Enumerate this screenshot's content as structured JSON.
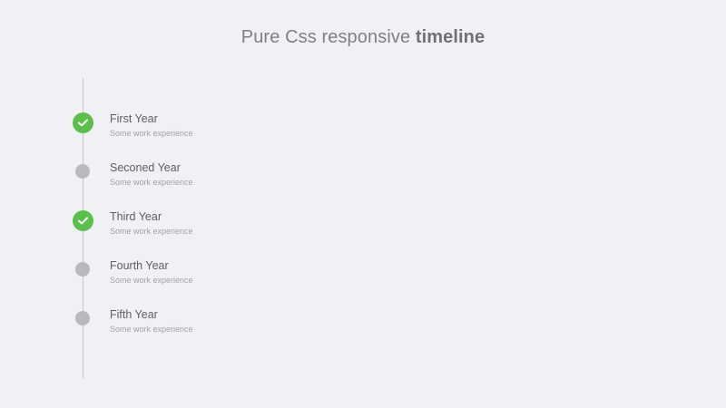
{
  "header": {
    "title_prefix": "Pure Css responsive ",
    "title_emphasis": "timeline"
  },
  "colors": {
    "background": "#f0f1f5",
    "completed": "#5bc04a",
    "pending": "#b8b9bb",
    "line": "#c4c5ca"
  },
  "timeline": {
    "items": [
      {
        "title": "First Year",
        "description": "Some work experience",
        "status": "completed",
        "icon": "check-icon"
      },
      {
        "title": "Seconed Year",
        "description": "Some work experience",
        "status": "pending",
        "icon": "dot-icon"
      },
      {
        "title": "Third Year",
        "description": "Some work experience",
        "status": "completed",
        "icon": "check-icon"
      },
      {
        "title": "Fourth Year",
        "description": "Some work experience",
        "status": "pending",
        "icon": "dot-icon"
      },
      {
        "title": "Fifth Year",
        "description": "Some work experience",
        "status": "pending",
        "icon": "dot-icon"
      }
    ]
  }
}
